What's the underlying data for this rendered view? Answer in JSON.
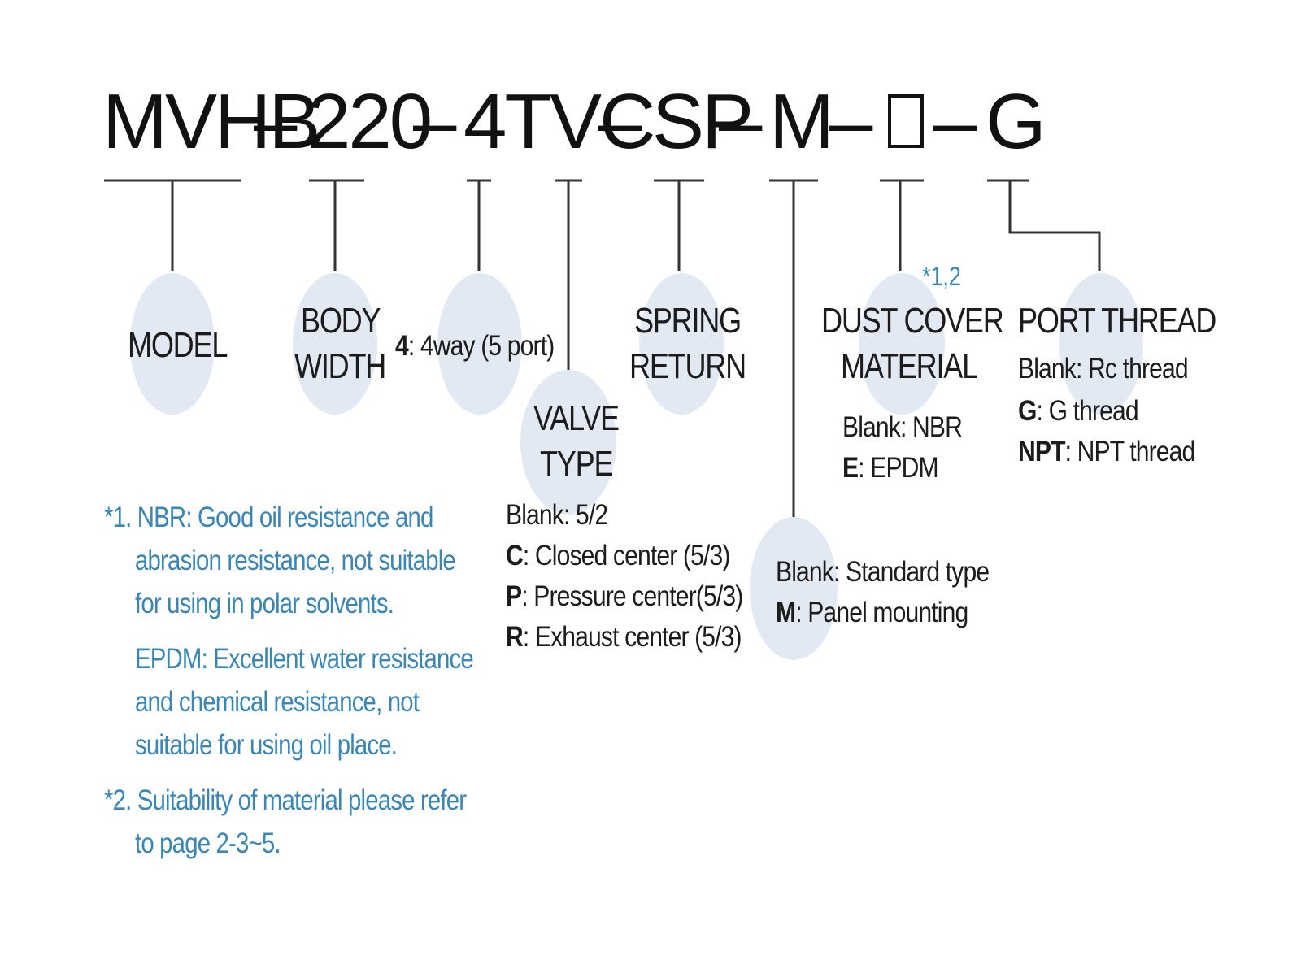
{
  "model_code": {
    "segments": [
      "MVHB",
      "220",
      "4TVC",
      "SP",
      "M",
      "G"
    ],
    "separator": "–",
    "blank_box": "□"
  },
  "fields": {
    "model": {
      "line1": "MODEL"
    },
    "body_width": {
      "line1": "BODY",
      "line2": "WIDTH"
    },
    "ports": {
      "key": "4",
      "text": ": 4way (5 port)"
    },
    "valve_type": {
      "line1": "VALVE",
      "line2": "TYPE",
      "options": [
        {
          "key": "",
          "text": "Blank: 5/2"
        },
        {
          "key": "C",
          "text": ": Closed center (5/3)"
        },
        {
          "key": "P",
          "text": ": Pressure center(5/3)"
        },
        {
          "key": "R",
          "text": ": Exhaust center (5/3)"
        }
      ]
    },
    "spring_return": {
      "line1": "SPRING",
      "line2": "RETURN"
    },
    "mounting": {
      "options": [
        {
          "key": "",
          "text": "Blank: Standard type"
        },
        {
          "key": "M",
          "text": ": Panel mounting"
        }
      ]
    },
    "dust_cover": {
      "line1": "DUST COVER",
      "line2": "MATERIAL",
      "ref": "*1,2",
      "options": [
        {
          "key": "",
          "text": "Blank: NBR"
        },
        {
          "key": "E",
          "text": ": EPDM"
        }
      ]
    },
    "port_thread": {
      "line1": "PORT THREAD",
      "options": [
        {
          "key": "",
          "text": "Blank: Rc thread"
        },
        {
          "key": "G",
          "text": ": G thread"
        },
        {
          "key": "NPT",
          "text": ": NPT thread"
        }
      ]
    }
  },
  "notes": {
    "n1_l1": "*1. NBR: Good oil resistance and",
    "n1_l2": "abrasion resistance, not suitable",
    "n1_l3": "for using in polar solvents.",
    "n1_l4": "EPDM: Excellent water resistance",
    "n1_l5": "and chemical resistance, not",
    "n1_l6": "suitable for using oil place.",
    "n2_l1": "*2. Suitability of material please refer",
    "n2_l2": "to page 2-3~5."
  },
  "colors": {
    "text": "#1c1c1c",
    "circle": "#e2e9f3",
    "note": "#3a86b5",
    "line": "#333333"
  }
}
